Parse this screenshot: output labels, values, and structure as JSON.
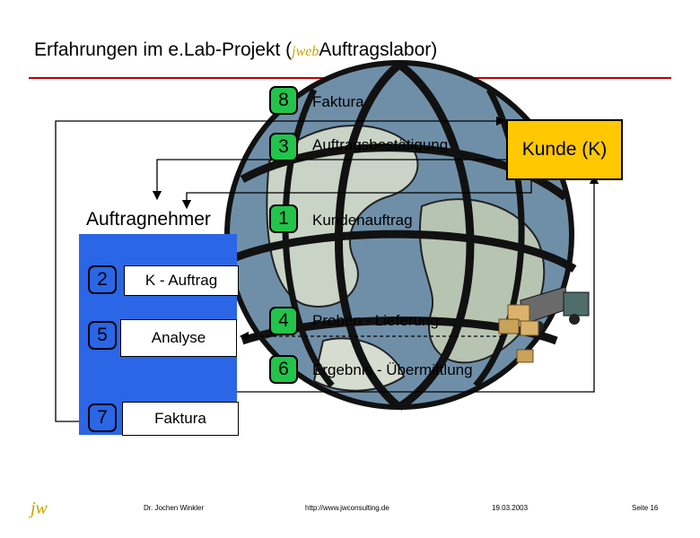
{
  "title": {
    "prefix": "Erfahrungen im e.Lab-Projekt (",
    "logo": "jweb",
    "suffix": "Auftragslabor)"
  },
  "steps": {
    "s8": {
      "num": "8",
      "label": "Faktura"
    },
    "s3": {
      "num": "3",
      "label": "Auftragsbestätigung"
    },
    "s1": {
      "num": "1",
      "label": "Kundenauftrag"
    },
    "s4": {
      "num": "4",
      "label": "Proben - Lieferung"
    },
    "s6": {
      "num": "6",
      "label": "Ergebnis - Übermittlung"
    }
  },
  "kunde": "Kunde (K)",
  "auftragnehmer": {
    "label": "Auftragnehmer",
    "items": [
      {
        "num": "2",
        "label": "K - Auftrag"
      },
      {
        "num": "5",
        "label": "Analyse"
      },
      {
        "num": "7",
        "label": "Faktura"
      }
    ]
  },
  "colors": {
    "accent_rule": "#c00000",
    "kunde_fill": "#ffc800",
    "panel_blue": "#2a66e6",
    "step_green": "#22c44a",
    "logo_gold": "#c8a400"
  },
  "footer": {
    "logo": "jw",
    "author": "Dr. Jochen Winkler",
    "url": "http://www.jwconsulting.de",
    "date": "19.03.2003",
    "page": "Seite 16"
  }
}
